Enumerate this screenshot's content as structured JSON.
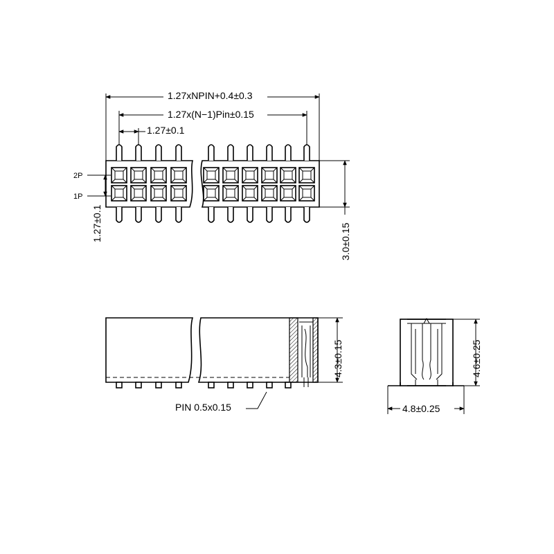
{
  "dimensions": {
    "overall_length": "1.27xNPIN+0.4±0.3",
    "pin_span": "1.27x(N−1)Pin±0.15",
    "pitch": "1.27±0.1",
    "row_pitch": "1.27±0.1",
    "body_width_top": "3.0±0.15",
    "height_side": "4.3±0.15",
    "height_end": "4.6±0.25",
    "width_end": "4.8±0.25",
    "pin_size": "PIN  0.5x0.15"
  },
  "pin_labels": {
    "row2": "2P",
    "row1": "1P"
  }
}
